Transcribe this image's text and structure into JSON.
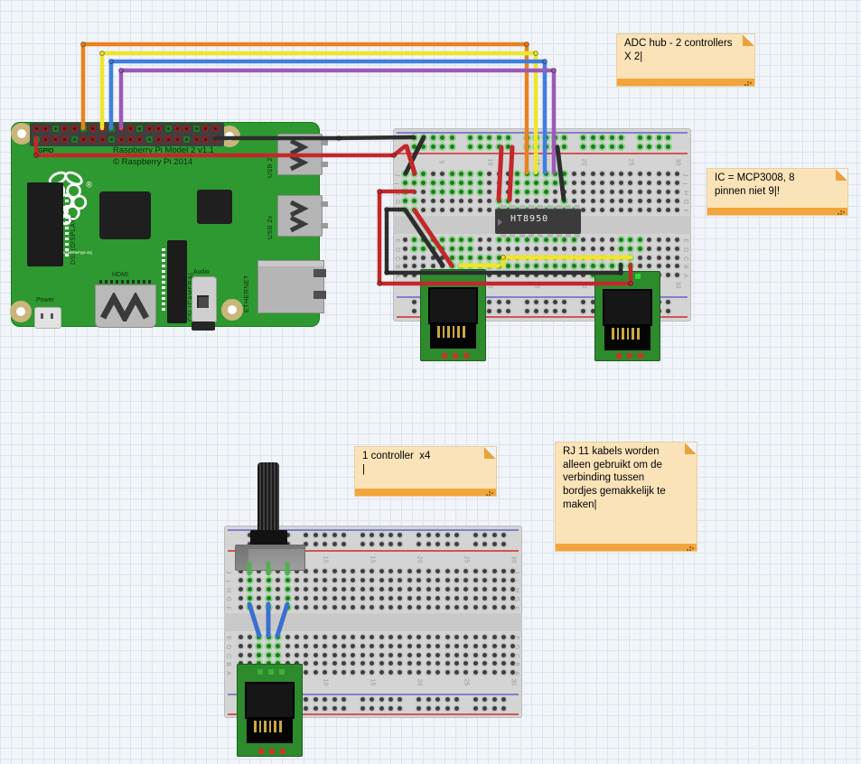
{
  "notes": [
    {
      "name": "note-adc-hub",
      "text": "ADC hub - 2 controllers\nX 2|"
    },
    {
      "name": "note-ic-mcp3008",
      "text": "IC = MCP3008, 8\npinnen niet 9|!"
    },
    {
      "name": "note-1-controller",
      "text": "1 controller  x4\n|"
    },
    {
      "name": "note-rj11-kabels",
      "text": "RJ 11 kabels worden\nalleen gebruikt om de\nverbinding tussen\nbordjes gemakkelijk te\nmaken|"
    }
  ],
  "raspberry_pi": {
    "gpio_label": "GPIO",
    "board_title": "Raspberry Pi Model 2 v1.1",
    "copyright": "© Raspberry Pi 2014",
    "website": "http://www.raspberrypi.org",
    "power_label": "Power",
    "hdmi_label": "HDMI",
    "audio_label": "Audio",
    "ethernet_label": "ETHERNET",
    "usb_label": "USB 2x",
    "dsi_label": "DSI (DISPLAY)",
    "csi_label": "CSI (CAMERA)",
    "reg_mark": "®"
  },
  "ic": {
    "label": "HT8950"
  },
  "breadboard": {
    "column_labels": [
      "5",
      "10",
      "15",
      "20",
      "25",
      "30"
    ],
    "row_labels_upper": [
      "J",
      "I",
      "H",
      "G",
      "F"
    ],
    "row_labels_lower": [
      "E",
      "D",
      "C",
      "B",
      "A"
    ]
  },
  "colors": {
    "workspace_bg": "#f1f4f8",
    "grid_line": "#dde4ee",
    "note_body": "#fbe3b9",
    "note_bar": "#f2a53c",
    "note_fold": "#e9a23b",
    "pi_green": "#2e9930",
    "rj11_green": "#2d8a2d",
    "breadboard_gray": "#d4d4d4",
    "rail_blue": "#8080cc",
    "rail_red": "#d25555",
    "ic_body": "#3b3b3b",
    "wires": {
      "orange": "#e8821d",
      "yellow": "#efe52a",
      "blue": "#3f7ee0",
      "purple": "#9c59b8",
      "red": "#c3272b",
      "black": "#2d2d2d",
      "green_leg": "#56ad56",
      "blue_jumper": "#3a6fd0"
    }
  }
}
